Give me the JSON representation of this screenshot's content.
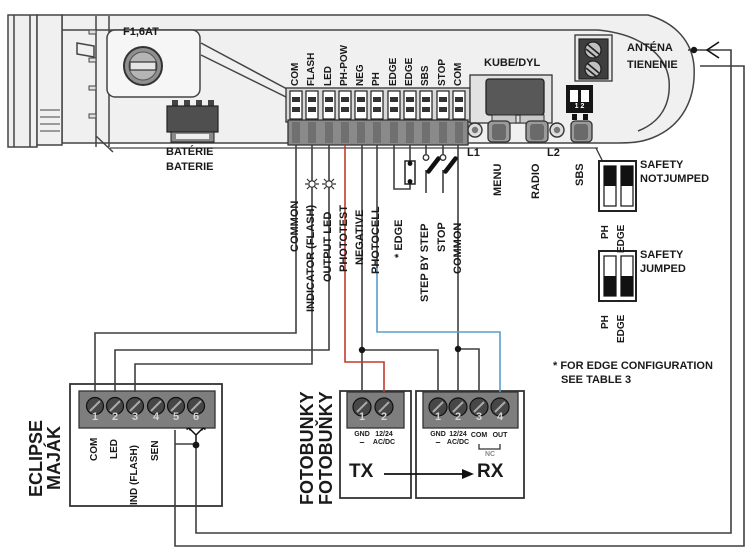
{
  "board": {
    "fuse": "F1,6AT",
    "battery": [
      "BATÉRIE",
      "BATERIE"
    ],
    "terminals": [
      "COM",
      "FLASH",
      "LED",
      "PH-POW",
      "NEG",
      "PH",
      "EDGE",
      "EDGE",
      "SBS",
      "STOP",
      "COM"
    ],
    "connector": "KUBE/DYL",
    "antenna": "ANTÉNA",
    "shield": "TIENENIE",
    "l1": "L1",
    "menu": "MENU",
    "radio": "RADIO",
    "l2": "L2",
    "sbs": "SBS",
    "dip": "1 2"
  },
  "wires": {
    "labels": [
      "COMMON",
      "INDICATOR (FLASH)",
      "OUTPUT LED",
      "PHOTOTEST",
      "NEGATIVE",
      "PHOTOCELL",
      "* EDGE",
      "STEP BY STEP",
      "STOP",
      "COMMON"
    ]
  },
  "safety": {
    "notjumped": [
      "SAFETY",
      "NOTJUMPED"
    ],
    "jumped": [
      "SAFETY",
      "JUMPED"
    ],
    "ph": "PH",
    "edge": "EDGE"
  },
  "note": [
    "* FOR EDGE CONFIGURATION",
    "SEE TABLE 3"
  ],
  "eclipse": {
    "title": [
      "ECLIPSE",
      "MAJÁK"
    ],
    "numbers": [
      "1",
      "2",
      "3",
      "4",
      "5",
      "6"
    ],
    "labels": [
      "COM",
      "LED",
      "IND (FLASH)",
      "SEN"
    ]
  },
  "photocells": {
    "title": [
      "FOTOBUNKY",
      "FOTOBUŇKY"
    ],
    "tx": {
      "name": "TX",
      "numbers": [
        "1",
        "2"
      ],
      "gnd": "GND",
      "minus": "–",
      "volt": "12/24",
      "acdc": "AC/DC"
    },
    "rx": {
      "name": "RX",
      "numbers": [
        "1",
        "2",
        "3",
        "4"
      ],
      "gnd": "GND",
      "minus": "–",
      "volt": "12/24",
      "acdc": "AC/DC",
      "com": "COM",
      "out": "OUT",
      "nc": "NC"
    }
  },
  "colors": {
    "wire": "#3f3f3f",
    "phototest_red": "#c23b2e",
    "photocell_blue": "#57a0cc"
  }
}
